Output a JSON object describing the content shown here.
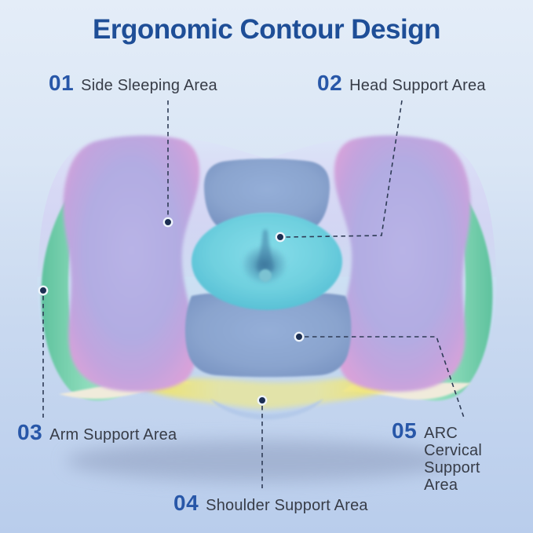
{
  "title": "Ergonomic Contour Design",
  "callouts": [
    {
      "num": "01",
      "label": "Side Sleeping Area"
    },
    {
      "num": "02",
      "label": "Head Support Area"
    },
    {
      "num": "03",
      "label": "Arm Support Area"
    },
    {
      "num": "04",
      "label": "Shoulder Support Area"
    },
    {
      "num": "05",
      "label": "ARC Cervical Support Area"
    }
  ],
  "colors": {
    "title_text": "#1e4e97",
    "callout_number": "#2857a8",
    "callout_text": "#373c47",
    "background_top": "#e4edf8",
    "background_bottom": "#b9cdec",
    "pillow_base": "#cfe1f4",
    "side_sleeping_pad": "#b5b0e3",
    "side_sleeping_rim": "#d8a3da",
    "head_support_pad": "#8aa4ce",
    "center_cradle": "#6fd0df",
    "arm_support_rail": "#6fc9a7",
    "cervical_arc": "#f1e75f",
    "mesh_roll": "#f0ebdb",
    "leader_line": "#2e3b55",
    "callout_dot": "#1c2f52",
    "shadow": "#93a2c2"
  }
}
